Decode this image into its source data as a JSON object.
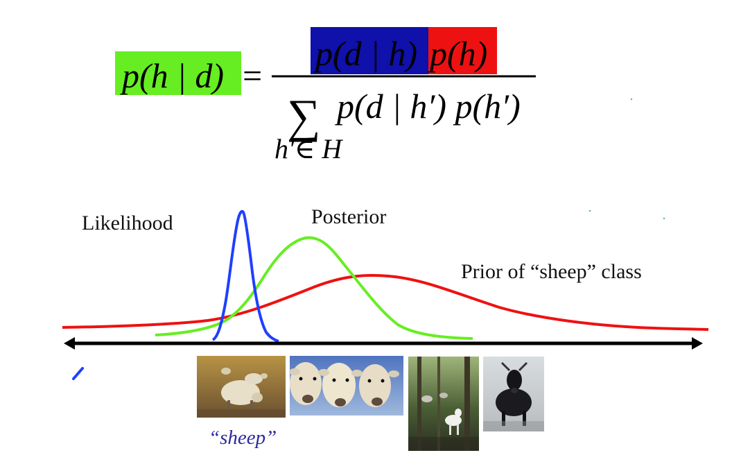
{
  "formula": {
    "lhs": "p(h | d)",
    "equals": "=",
    "numerator_likelihood": "p(d | h)",
    "numerator_prior": "p(h)",
    "sum_symbol": "∑",
    "denominator_body": "p(d | h′) p(h′)",
    "sum_subscript": "h′∈ H"
  },
  "curves": {
    "likelihood_label": "Likelihood",
    "posterior_label": "Posterior",
    "prior_label": "Prior of “sheep” class"
  },
  "images": {
    "caption": "“sheep”"
  },
  "colors": {
    "green": "#66ee22",
    "blue": "#1010aa",
    "red": "#ee1111",
    "likelihood_curve": "#1f3fff",
    "posterior_curve": "#66ee22",
    "prior_curve": "#ee1111",
    "axis": "#000000",
    "caption": "#2a2aa0"
  }
}
